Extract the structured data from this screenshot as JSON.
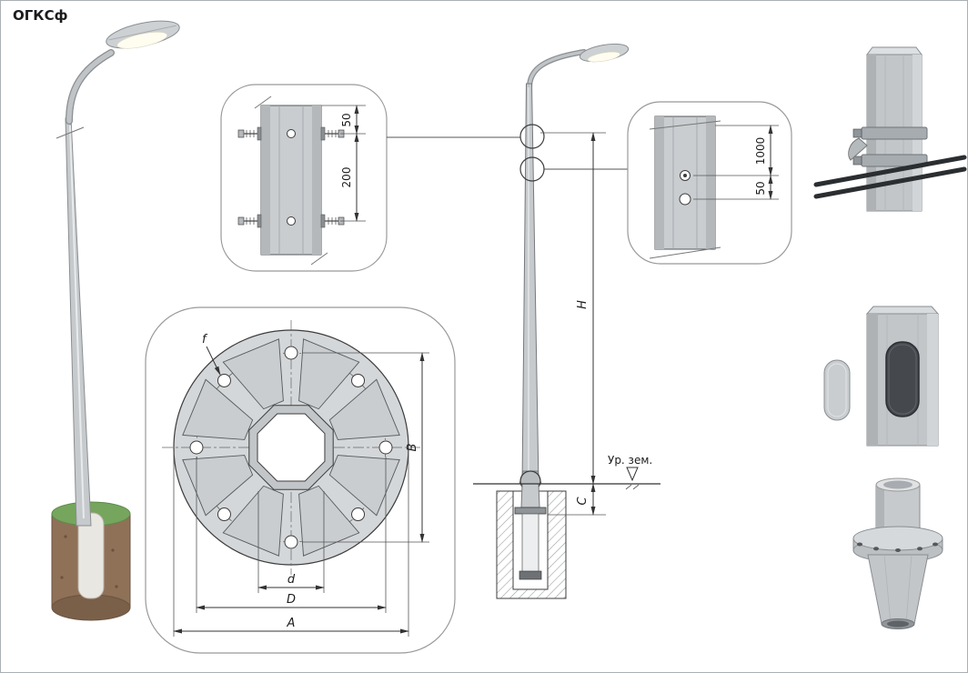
{
  "title": "ОГКСф",
  "colors": {
    "steel": "#c6cacc",
    "steel_dark": "#aeb2b5",
    "steel_light": "#d8dbdd",
    "line": "#3c3c3c",
    "foundation_brown": "#8f7158",
    "grass_green": "#76a55e",
    "opening_dark": "#45494e",
    "rod_black": "#2b2e31"
  },
  "labels": {
    "top_detail": {
      "offset_50": "50",
      "spacing_200": "200"
    },
    "right_detail": {
      "height_1000": "1000",
      "offset_50": "50"
    },
    "elevation": {
      "pole_height": "H",
      "embed_depth": "C",
      "ground_level": "Ур. зем."
    },
    "flange": {
      "hole": "f",
      "bolt_span": "B",
      "inner_dia": "d",
      "bolt_circle": "D",
      "outer_dia": "A"
    }
  }
}
